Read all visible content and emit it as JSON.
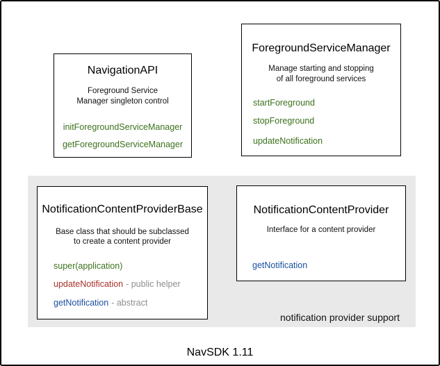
{
  "frame": {
    "caption": "NavSDK 1.11"
  },
  "colors": {
    "green": "#3c721d",
    "red": "#a8332a",
    "blue": "#1b4fa0",
    "gray": "#8e8e8e",
    "panel_bg": "#e9e9e9",
    "border": "#000000"
  },
  "panel": {
    "label": "notification provider support"
  },
  "boxes": {
    "navigation_api": {
      "title": "NavigationAPI",
      "description": [
        "Foreground Service",
        "Manager singleton control"
      ],
      "methods": [
        {
          "name": "initForegroundServiceManager",
          "color": "green"
        },
        {
          "name": "getForegroundServiceManager",
          "color": "green"
        }
      ]
    },
    "foreground_service_manager": {
      "title": "ForegroundServiceManager",
      "description": [
        "Manage starting and stopping",
        "of all foreground services"
      ],
      "methods": [
        {
          "name": "startForeground",
          "color": "green"
        },
        {
          "name": "stopForeground",
          "color": "green"
        },
        {
          "name": "updateNotification",
          "color": "green"
        }
      ]
    },
    "notification_content_provider_base": {
      "title": "NotificationContentProviderBase",
      "description": [
        "Base class that should be subclassed",
        "to create a content provider"
      ],
      "methods": [
        {
          "name": "super(application)",
          "color": "green",
          "annotation": ""
        },
        {
          "name": "updateNotification",
          "color": "red",
          "annotation": "- public helper"
        },
        {
          "name": "getNotification",
          "color": "blue",
          "annotation": "- abstract"
        }
      ]
    },
    "notification_content_provider": {
      "title": "NotificationContentProvider",
      "description": [
        "Interface for a content provider"
      ],
      "methods": [
        {
          "name": "getNotification",
          "color": "blue"
        }
      ]
    }
  }
}
